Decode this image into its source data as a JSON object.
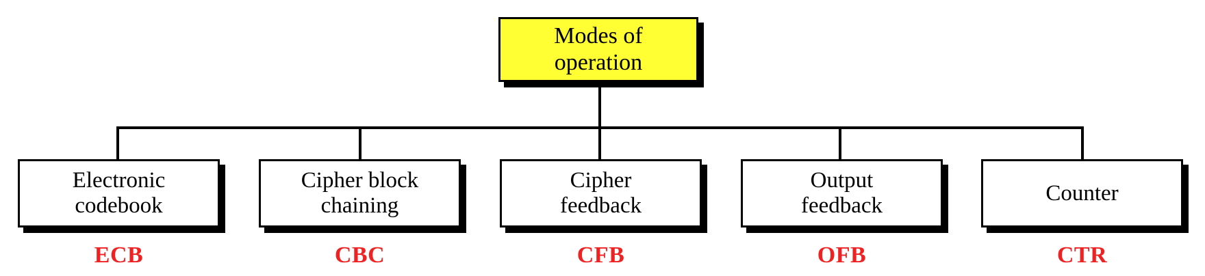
{
  "diagram": {
    "title": "Modes of operation",
    "colors": {
      "root_fill": "#ffff33",
      "node_fill": "#ffffff",
      "stroke": "#000000",
      "shadow": "#000000",
      "acronym_text": "#ee2222",
      "background": "#ffffff"
    },
    "root": {
      "label": "Modes of\noperation"
    },
    "nodes": [
      {
        "label": "Electronic\ncodebook",
        "acronym": "ECB"
      },
      {
        "label": "Cipher block\nchaining",
        "acronym": "CBC"
      },
      {
        "label": "Cipher\nfeedback",
        "acronym": "CFB"
      },
      {
        "label": "Output\nfeedback",
        "acronym": "OFB"
      },
      {
        "label": "Counter",
        "acronym": "CTR"
      }
    ]
  }
}
